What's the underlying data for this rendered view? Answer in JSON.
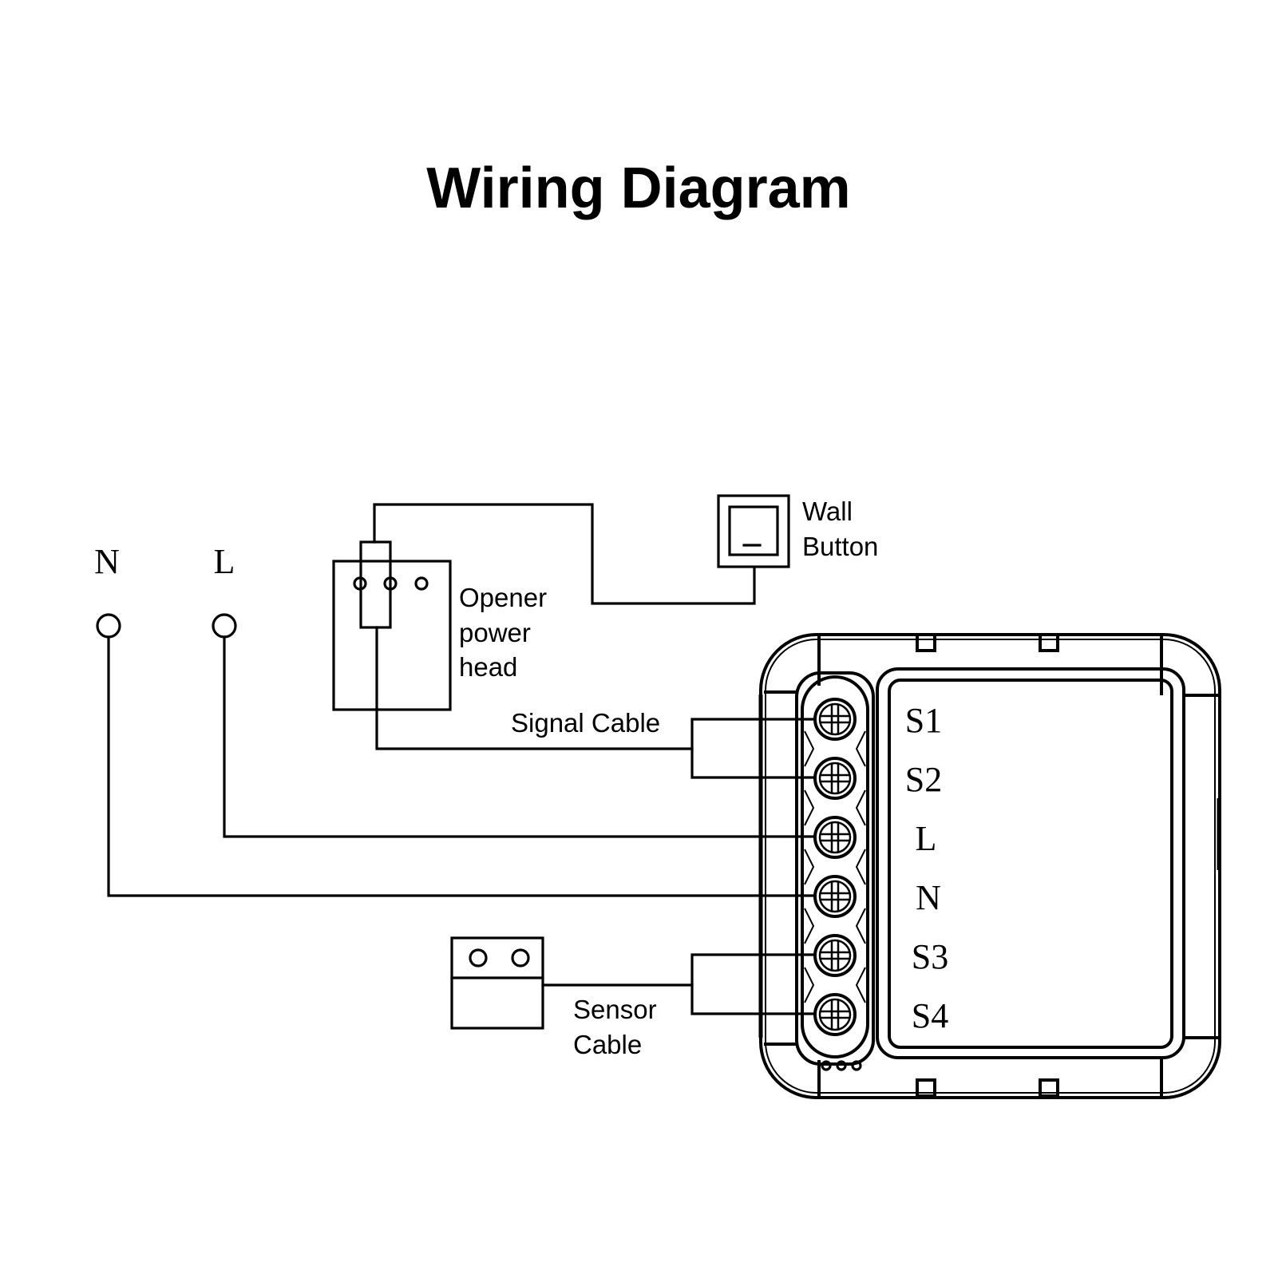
{
  "title": "Wiring Diagram",
  "supply": {
    "neutral_label": "N",
    "live_label": "L"
  },
  "opener": {
    "label_lines": [
      "Opener",
      "power",
      "head"
    ]
  },
  "wall_button": {
    "label_lines": [
      "Wall",
      "Button"
    ]
  },
  "signal_cable": {
    "label": "Signal Cable"
  },
  "sensor_cable": {
    "label_lines": [
      "Sensor",
      "Cable"
    ]
  },
  "module": {
    "terminals": [
      {
        "id": "s1",
        "label": "S1"
      },
      {
        "id": "s2",
        "label": "S2"
      },
      {
        "id": "l",
        "label": "L"
      },
      {
        "id": "n",
        "label": "N"
      },
      {
        "id": "s3",
        "label": "S3"
      },
      {
        "id": "s4",
        "label": "S4"
      }
    ]
  },
  "colors": {
    "line": "#000000",
    "background": "#ffffff"
  }
}
